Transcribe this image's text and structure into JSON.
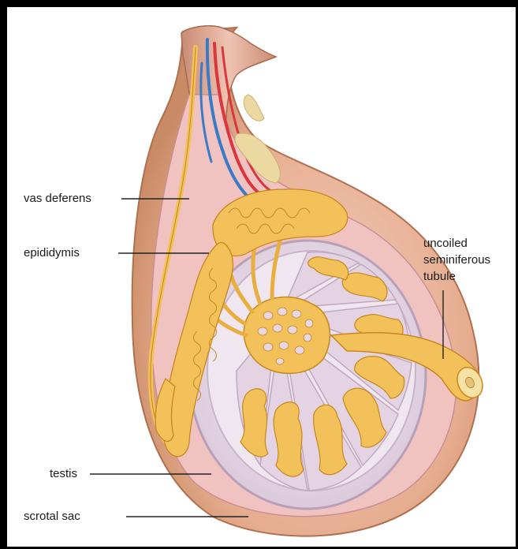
{
  "diagram": {
    "labels": {
      "vas_deferens": "vas deferens",
      "epididymis": "epididymis",
      "uncoiled_tubule": [
        "uncoiled",
        "seminiferous",
        "tubule"
      ],
      "testis": "testis",
      "scrotal_sac": "scrotal sac"
    },
    "colors": {
      "scrotal_skin": "#d9a07e",
      "scrotal_inner": "#f1c3c0",
      "tubule_yellow": "#f2c15a",
      "tubule_outline": "#c8871f",
      "testis_capsule": "#eadde8",
      "artery": "#d9363e",
      "vein": "#3a7bc8"
    }
  }
}
